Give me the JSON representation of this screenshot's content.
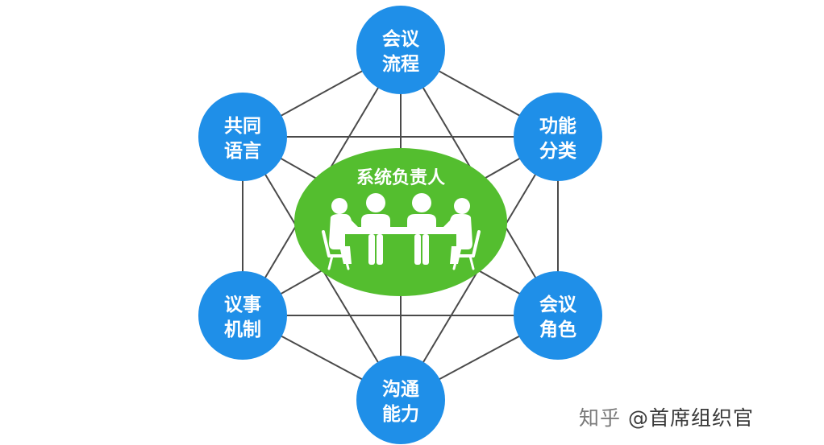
{
  "center": {
    "title": "系统负责人"
  },
  "nodes": [
    {
      "id": "top",
      "line1": "会议",
      "line2": "流程"
    },
    {
      "id": "top-right",
      "line1": "功能",
      "line2": "分类"
    },
    {
      "id": "bottom-right",
      "line1": "会议",
      "line2": "角色"
    },
    {
      "id": "bottom",
      "line1": "沟通",
      "line2": "能力"
    },
    {
      "id": "bottom-left",
      "line1": "议事",
      "line2": "机制"
    },
    {
      "id": "top-left",
      "line1": "共同",
      "line2": "语言"
    }
  ],
  "watermark": {
    "source": "知乎",
    "author": "@首席组织官"
  },
  "colors": {
    "node_fill": "#1f8fe8",
    "center_fill": "#54be2f",
    "line": "#4a4a4a",
    "text": "#ffffff"
  },
  "icons": [
    "meeting-table-icon"
  ]
}
